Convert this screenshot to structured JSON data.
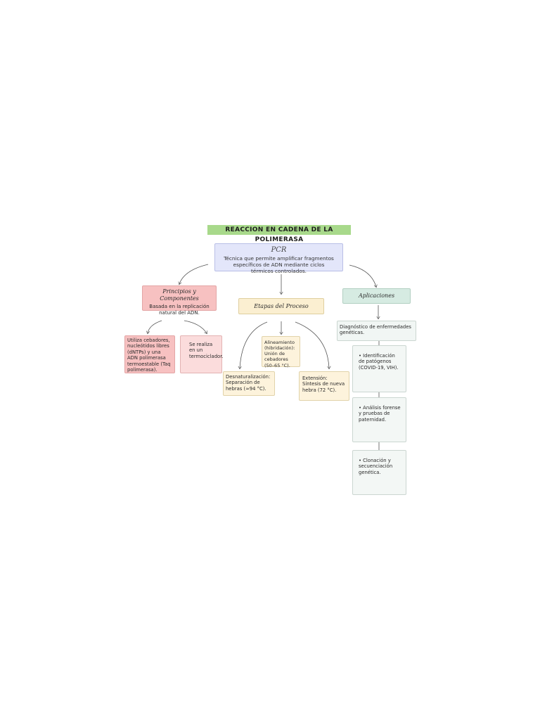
{
  "title": "REACCION EN CADENA DE LA POLIMERASA",
  "root": {
    "heading": "PCR",
    "text": "Técnica que permite amplificar fragmentos específicos de ADN mediante ciclos térmicos controlados."
  },
  "branches": {
    "principios": {
      "heading": "Principios y Componentes",
      "text": "Basada en la replicación natural del ADN.",
      "children": [
        "Utiliza cebadores, nucleótidos libres (dNTPs) y una ADN polimerasa termoestable (Taq polimerasa).",
        "Se realiza en un termociclador."
      ]
    },
    "etapas": {
      "heading": "Etapas del Proceso",
      "children": [
        "Desnaturalización: Separación de hebras (≈94 °C).",
        "Alineamiento (hibridación): Unión de cebadores (50–65 °C).",
        "Extensión: Síntesis de nueva hebra (72 °C)."
      ]
    },
    "aplicaciones": {
      "heading": "Aplicaciones",
      "intro": "Diagnóstico de enfermedades genéticas.",
      "children": [
        "Identificación de patógenos (COVID-19, VIH).",
        "Análisis forense y pruebas de paternidad.",
        "Clonación y secuenciación genética."
      ]
    }
  },
  "colors": {
    "title_bg": "#a8d98b",
    "root_bg": "#e3e6fa",
    "principios_bg": "#f7c1c1",
    "etapas_bg": "#fbefd1",
    "aplicaciones_bg": "#d6ebe2"
  }
}
